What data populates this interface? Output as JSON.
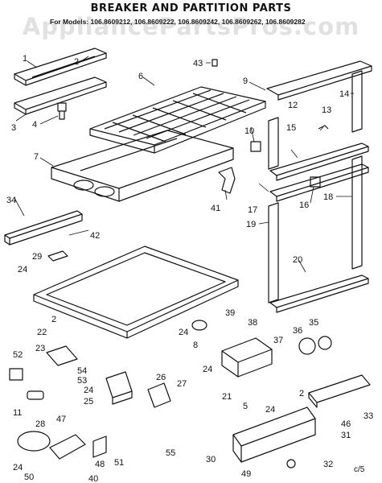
{
  "title": "BREAKER AND PARTITION PARTS",
  "models_line": "For Models: 106.8609212, 106.8609222, 106.8609242, 106.8609262, 106.8609282",
  "watermark": "AppliancePartsPros.com",
  "corner_code": "c/5",
  "callouts": [
    "1",
    "2",
    "3",
    "4",
    "6",
    "7",
    "9",
    "10",
    "12",
    "13",
    "14",
    "15",
    "16",
    "17",
    "18",
    "19",
    "20",
    "21",
    "22",
    "23",
    "24",
    "25",
    "26",
    "27",
    "28",
    "29",
    "30",
    "31",
    "32",
    "33",
    "34",
    "35",
    "36",
    "37",
    "38",
    "39",
    "40",
    "41",
    "42",
    "43",
    "46",
    "47",
    "48",
    "49",
    "50",
    "51",
    "52",
    "53",
    "54",
    "55",
    "5",
    "8",
    "11"
  ],
  "colors": {
    "ink": "#111111",
    "watermark": "#7a7a7a",
    "background": "#ffffff"
  }
}
